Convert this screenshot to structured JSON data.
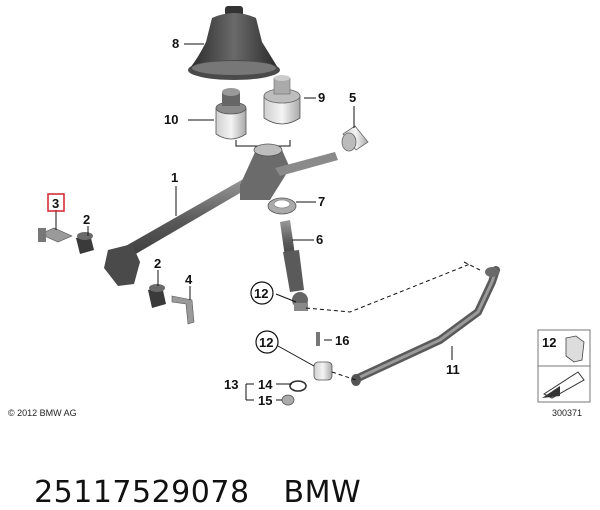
{
  "diagram": {
    "callouts": {
      "p1": "1",
      "p2a": "2",
      "p2b": "2",
      "p3": "3",
      "p4": "4",
      "p5": "5",
      "p6": "6",
      "p7": "7",
      "p8": "8",
      "p9": "9",
      "p10": "10",
      "p11": "11",
      "p12a": "12",
      "p12b": "12",
      "p13": "13",
      "p14": "14",
      "p15": "15",
      "p16": "16"
    },
    "copyright": "© 2012 BMW AG",
    "legend_label": "12",
    "image_number": "300371",
    "highlight_color": "#d0202a"
  },
  "caption": {
    "part_number": "25117529078",
    "brand": "BMW"
  }
}
